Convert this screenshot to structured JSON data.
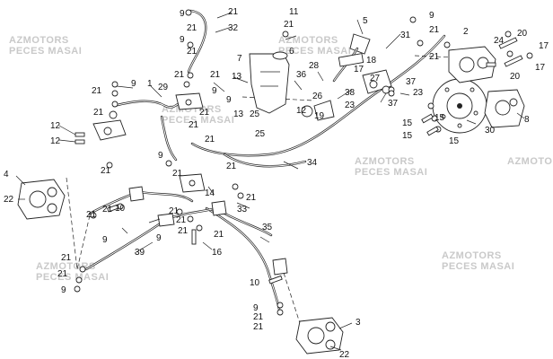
{
  "watermark": {
    "line1": "AZMOTORS",
    "line2": "PECES MASAI"
  },
  "callouts": [
    "1",
    "2",
    "3",
    "4",
    "5",
    "6",
    "7",
    "8",
    "9",
    "10",
    "11",
    "12",
    "13",
    "14",
    "15",
    "16",
    "17",
    "18",
    "19",
    "20",
    "21",
    "22",
    "23",
    "24",
    "25",
    "26",
    "27",
    "28",
    "29",
    "30",
    "31",
    "32",
    "33",
    "34",
    "35",
    "36",
    "37",
    "38",
    "39"
  ]
}
